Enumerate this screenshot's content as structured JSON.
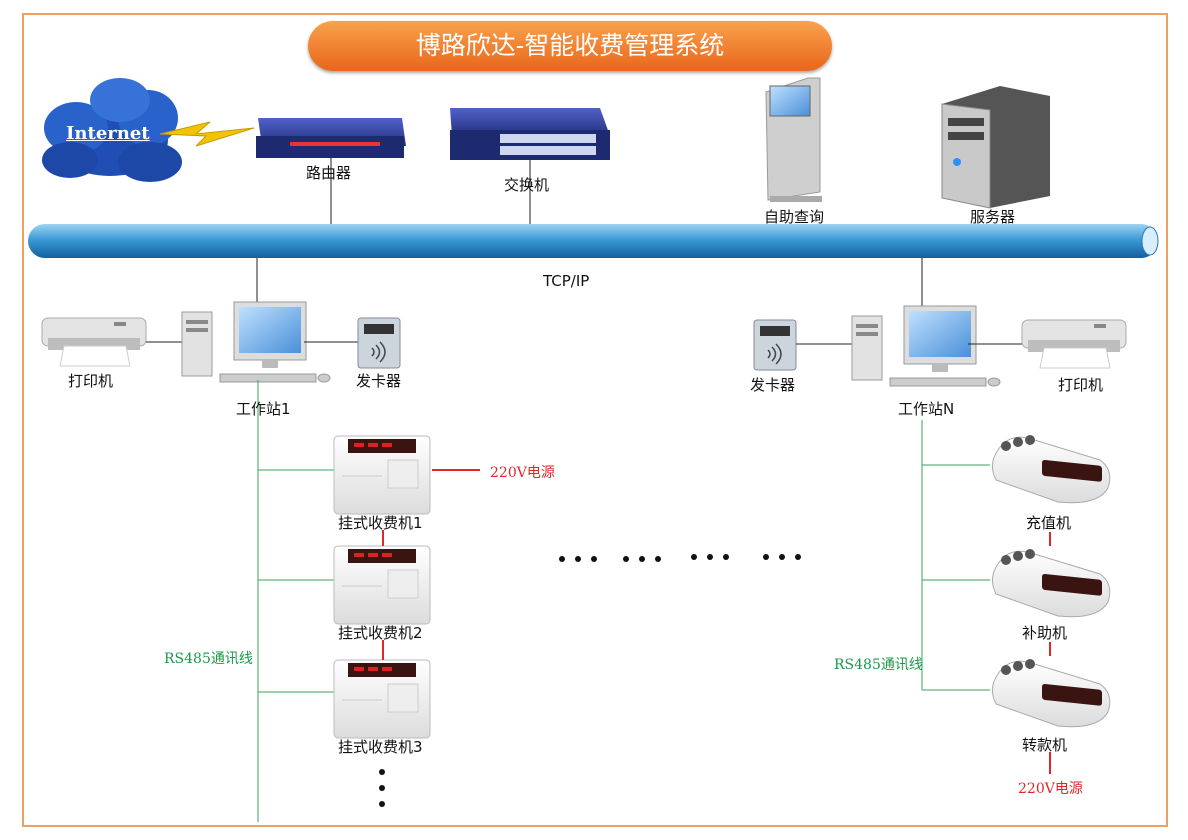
{
  "title": "博路欣达-智能收费管理系统",
  "internet": "Internet",
  "protocol": "TCP/IP",
  "devices": {
    "router": "路由器",
    "switch": "交换机",
    "kiosk": "自助查询",
    "server": "服务器",
    "printer_left": "打印机",
    "card_issuer_left": "发卡器",
    "workstation_1": "工作站1",
    "card_issuer_right": "发卡器",
    "printer_right": "打印机",
    "workstation_n": "工作站N"
  },
  "terminals_left": [
    "挂式收费机1",
    "挂式收费机2",
    "挂式收费机3"
  ],
  "terminals_right": [
    "充值机",
    "补助机",
    "转款机"
  ],
  "power_left": "220V电源",
  "power_right": "220V电源",
  "bus_left": "RS485通讯线",
  "bus_right": "RS485通讯线"
}
